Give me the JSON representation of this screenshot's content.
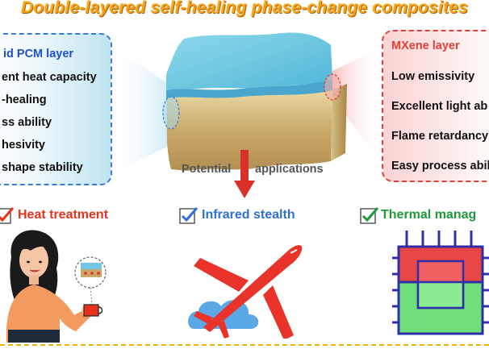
{
  "title": "Double-layered self-healing phase-change composites",
  "left_panel": {
    "heading": "id PCM layer",
    "items": [
      "ent heat capacity",
      "-healing",
      "ss ability",
      "hesivity",
      " shape stability"
    ]
  },
  "right_panel": {
    "heading": "MXene layer",
    "items": [
      "Low emissivity",
      "Excellent light ab",
      "Flame retardancy",
      "Easy process abil"
    ]
  },
  "center": {
    "label_left": "Potential",
    "label_right": "applications"
  },
  "applications": [
    {
      "label": "Heat treatment",
      "color": "#e8321e"
    },
    {
      "label": "Infrared stealth",
      "color": "#2f6fd6"
    },
    {
      "label": "Thermal manag",
      "color": "#1e9a3a"
    }
  ],
  "colors": {
    "title": "#f4a21c",
    "pcm_blue": "#1f4fd1",
    "mxene_red": "#e0413b",
    "arrow": "#d9302a",
    "plane": "#e8322a",
    "cloud": "#5aa9e6"
  },
  "icons": [
    "checkbox-check-icon",
    "woman-illustration",
    "cup-icon",
    "airplane-icon",
    "cloud-icon",
    "chip-icon",
    "composite-block-icon"
  ]
}
